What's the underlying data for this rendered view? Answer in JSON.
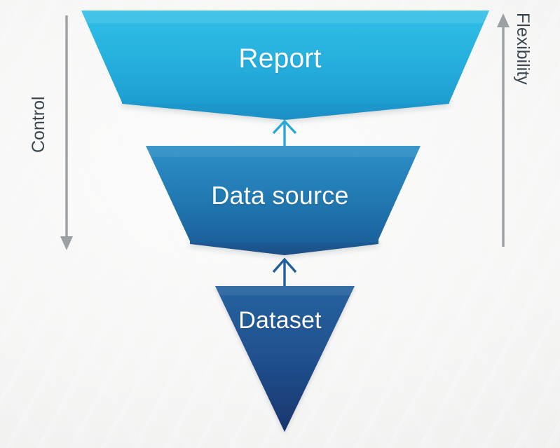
{
  "diagram": {
    "title_absent": true,
    "background_color": "#f4f4f3",
    "stages": [
      {
        "id": "report",
        "label": "Report",
        "level": 1,
        "shape": "chevron-trapezoid",
        "gradient_from": "#2cbbe3",
        "gradient_to": "#1f9fd0",
        "text_color": "#ffffff"
      },
      {
        "id": "data-source",
        "label": "Data source",
        "level": 2,
        "shape": "chevron-trapezoid",
        "gradient_from": "#2a8cc4",
        "gradient_to": "#1b5f9c",
        "text_color": "#ffffff"
      },
      {
        "id": "dataset",
        "label": "Dataset",
        "level": 3,
        "shape": "inverted-triangle",
        "gradient_from": "#24609f",
        "gradient_to": "#1a3a74",
        "text_color": "#ffffff"
      }
    ],
    "connectors": [
      {
        "id": "dataset-to-data-source",
        "from": "dataset",
        "to": "data-source",
        "direction": "up",
        "color": "#1f5f9e"
      },
      {
        "id": "data-source-to-report",
        "from": "data-source",
        "to": "report",
        "direction": "up",
        "color": "#29a8d8"
      }
    ],
    "axes": [
      {
        "id": "control",
        "label": "Control",
        "side": "left",
        "direction": "down",
        "color": "#9aa0a4",
        "text_color": "#3a4750"
      },
      {
        "id": "flexibility",
        "label": "Flexibility",
        "side": "right",
        "direction": "up",
        "color": "#9aa0a4",
        "text_color": "#3a4750"
      }
    ]
  }
}
